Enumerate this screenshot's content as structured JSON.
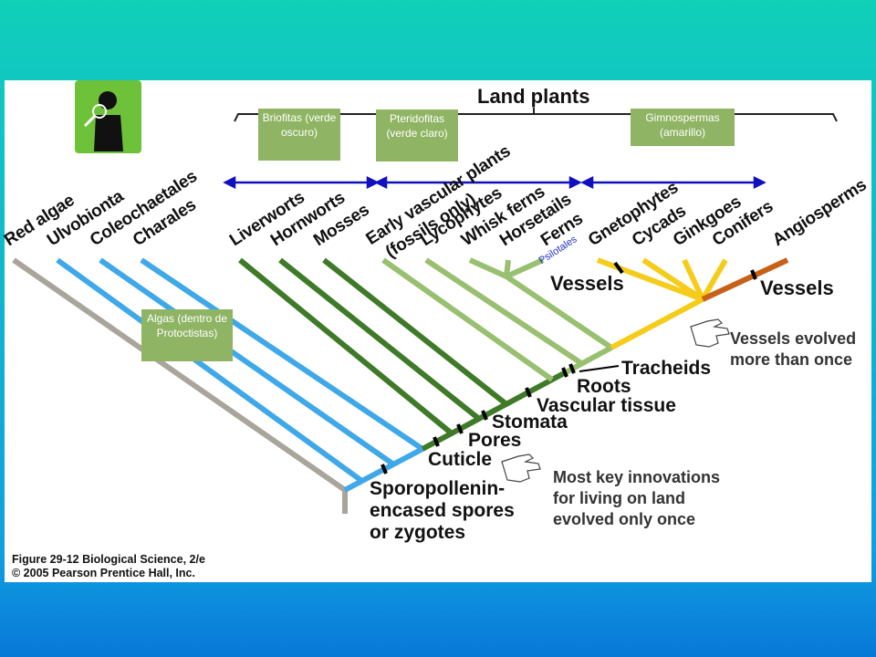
{
  "title": "Land plants",
  "taxa": [
    {
      "id": "red-algae",
      "label": "Red algae"
    },
    {
      "id": "ulvobionta",
      "label": "Ulvobionta"
    },
    {
      "id": "coleochaetales",
      "label": "Coleochaetales"
    },
    {
      "id": "charales",
      "label": "Charales"
    },
    {
      "id": "liverworts",
      "label": "Liverworts"
    },
    {
      "id": "hornworts",
      "label": "Hornworts"
    },
    {
      "id": "mosses",
      "label": "Mosses"
    },
    {
      "id": "early-vascular",
      "label": "Early vascular plants",
      "label2": "(fossils only)"
    },
    {
      "id": "lycophytes",
      "label": "Lycophytes"
    },
    {
      "id": "whisk-ferns",
      "label": "Whisk ferns"
    },
    {
      "id": "horsetails",
      "label": "Horsetails"
    },
    {
      "id": "ferns",
      "label": "Ferns"
    },
    {
      "id": "gnetophytes",
      "label": "Gnetophytes"
    },
    {
      "id": "cycads",
      "label": "Cycads"
    },
    {
      "id": "ginkgoes",
      "label": "Ginkgoes"
    },
    {
      "id": "conifers",
      "label": "Conifers"
    },
    {
      "id": "angiosperms",
      "label": "Angiosperms"
    }
  ],
  "boxes": {
    "briofitas": "Briofitas (verde oscuro)",
    "pteridofitas": "Pteridofitas (verde claro)",
    "gimnospermas": "Gimnospermas (amarillo)",
    "algas": "Algas (dentro de Protoctistas)"
  },
  "psilotales": "Psilotales",
  "innovations": {
    "vessels": "Vessels",
    "tracheids": "Tracheids",
    "roots": "Roots",
    "vascular_tissue": "Vascular tissue",
    "stomata": "Stomata",
    "pores": "Pores",
    "cuticle": "Cuticle",
    "sporopollenin_1": "Sporopollenin-",
    "sporopollenin_2": "encased spores",
    "sporopollenin_3": "or zygotes"
  },
  "notes": {
    "vessels_1": "Vessels evolved",
    "vessels_2": "more than once",
    "key_1": "Most key innovations",
    "key_2": "for living on land",
    "key_3": "evolved only once"
  },
  "caption": {
    "line1": "Figure 29-12 Biological Science, 2/e",
    "line2": "© 2005 Pearson Prentice Hall, Inc."
  },
  "colors": {
    "red_algae": "#aaa59a",
    "algae_blue": "#3fa8e8",
    "bryophyte_dark_green": "#3e7a28",
    "pteridophyte_light_green": "#98c070",
    "gymnosperm_yellow": "#f5cc1a",
    "angiosperm_orange": "#c86018",
    "arrow_blue": "#1010c0",
    "box_green": "#8fb463"
  }
}
